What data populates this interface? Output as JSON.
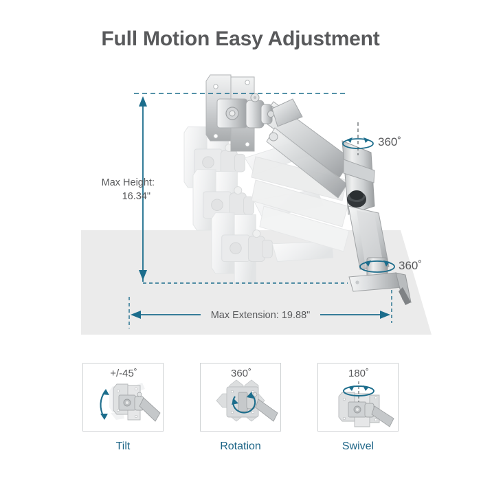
{
  "header": {
    "title": "Full Motion Easy Adjustment"
  },
  "colors": {
    "accent": "#1c6d8c",
    "accent_text": "#1c6486",
    "title_text": "#58595b",
    "desk": "#ebebeb",
    "panel_border": "#cfd2d4",
    "metal_light": "#e8e9ea",
    "metal_mid": "#c9cbcd",
    "metal_dark": "#a9acae",
    "ghost": "#f1f2f3"
  },
  "diagram": {
    "height_label": {
      "line1": "Max Height:",
      "line2": "16.34\""
    },
    "extension_label": "Max Extension: 19.88\"",
    "rotation_top": "360˚",
    "rotation_base": "360˚"
  },
  "panels": [
    {
      "degrees": "+/-45˚",
      "label": "Tilt",
      "icon": "tilt-arc-arrow-icon"
    },
    {
      "degrees": "360˚",
      "label": "Rotation",
      "icon": "rotation-circle-arrow-icon"
    },
    {
      "degrees": "180˚",
      "label": "Swivel",
      "icon": "swivel-ellipse-arrow-icon"
    }
  ]
}
